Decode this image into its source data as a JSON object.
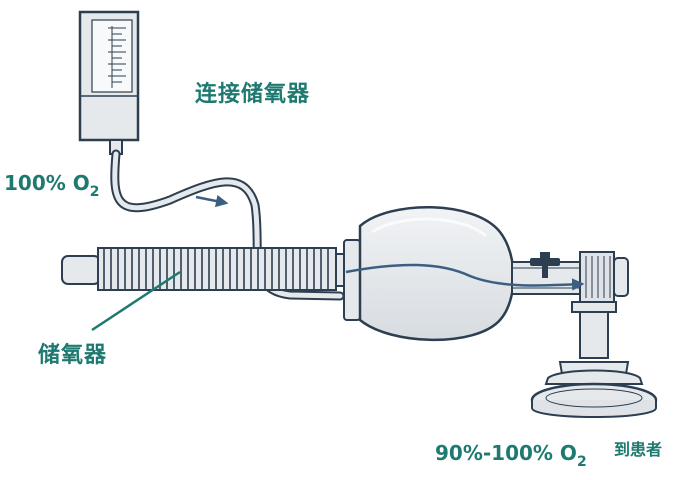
{
  "labels": {
    "connect_reservoir": "连接储氧器",
    "oxygen_input": "100% O",
    "oxygen_input_sub": "2",
    "reservoir": "储氧器",
    "oxygen_output": "90%-100% O",
    "oxygen_output_sub": "2",
    "to_patient": "到患者"
  },
  "colors": {
    "outline": "#2c3e50",
    "device_fill": "#e6e9ec",
    "flow_arrow": "#3b5f83",
    "label": "#1e7a70"
  },
  "icons": {
    "flowmeter": "flowmeter-icon",
    "oxygen_tube": "oxygen-tube-icon",
    "reservoir_tube": "corrugated-reservoir-tube-icon",
    "bag": "resuscitation-bag-icon",
    "valve": "patient-valve-icon",
    "mask": "face-mask-icon"
  }
}
